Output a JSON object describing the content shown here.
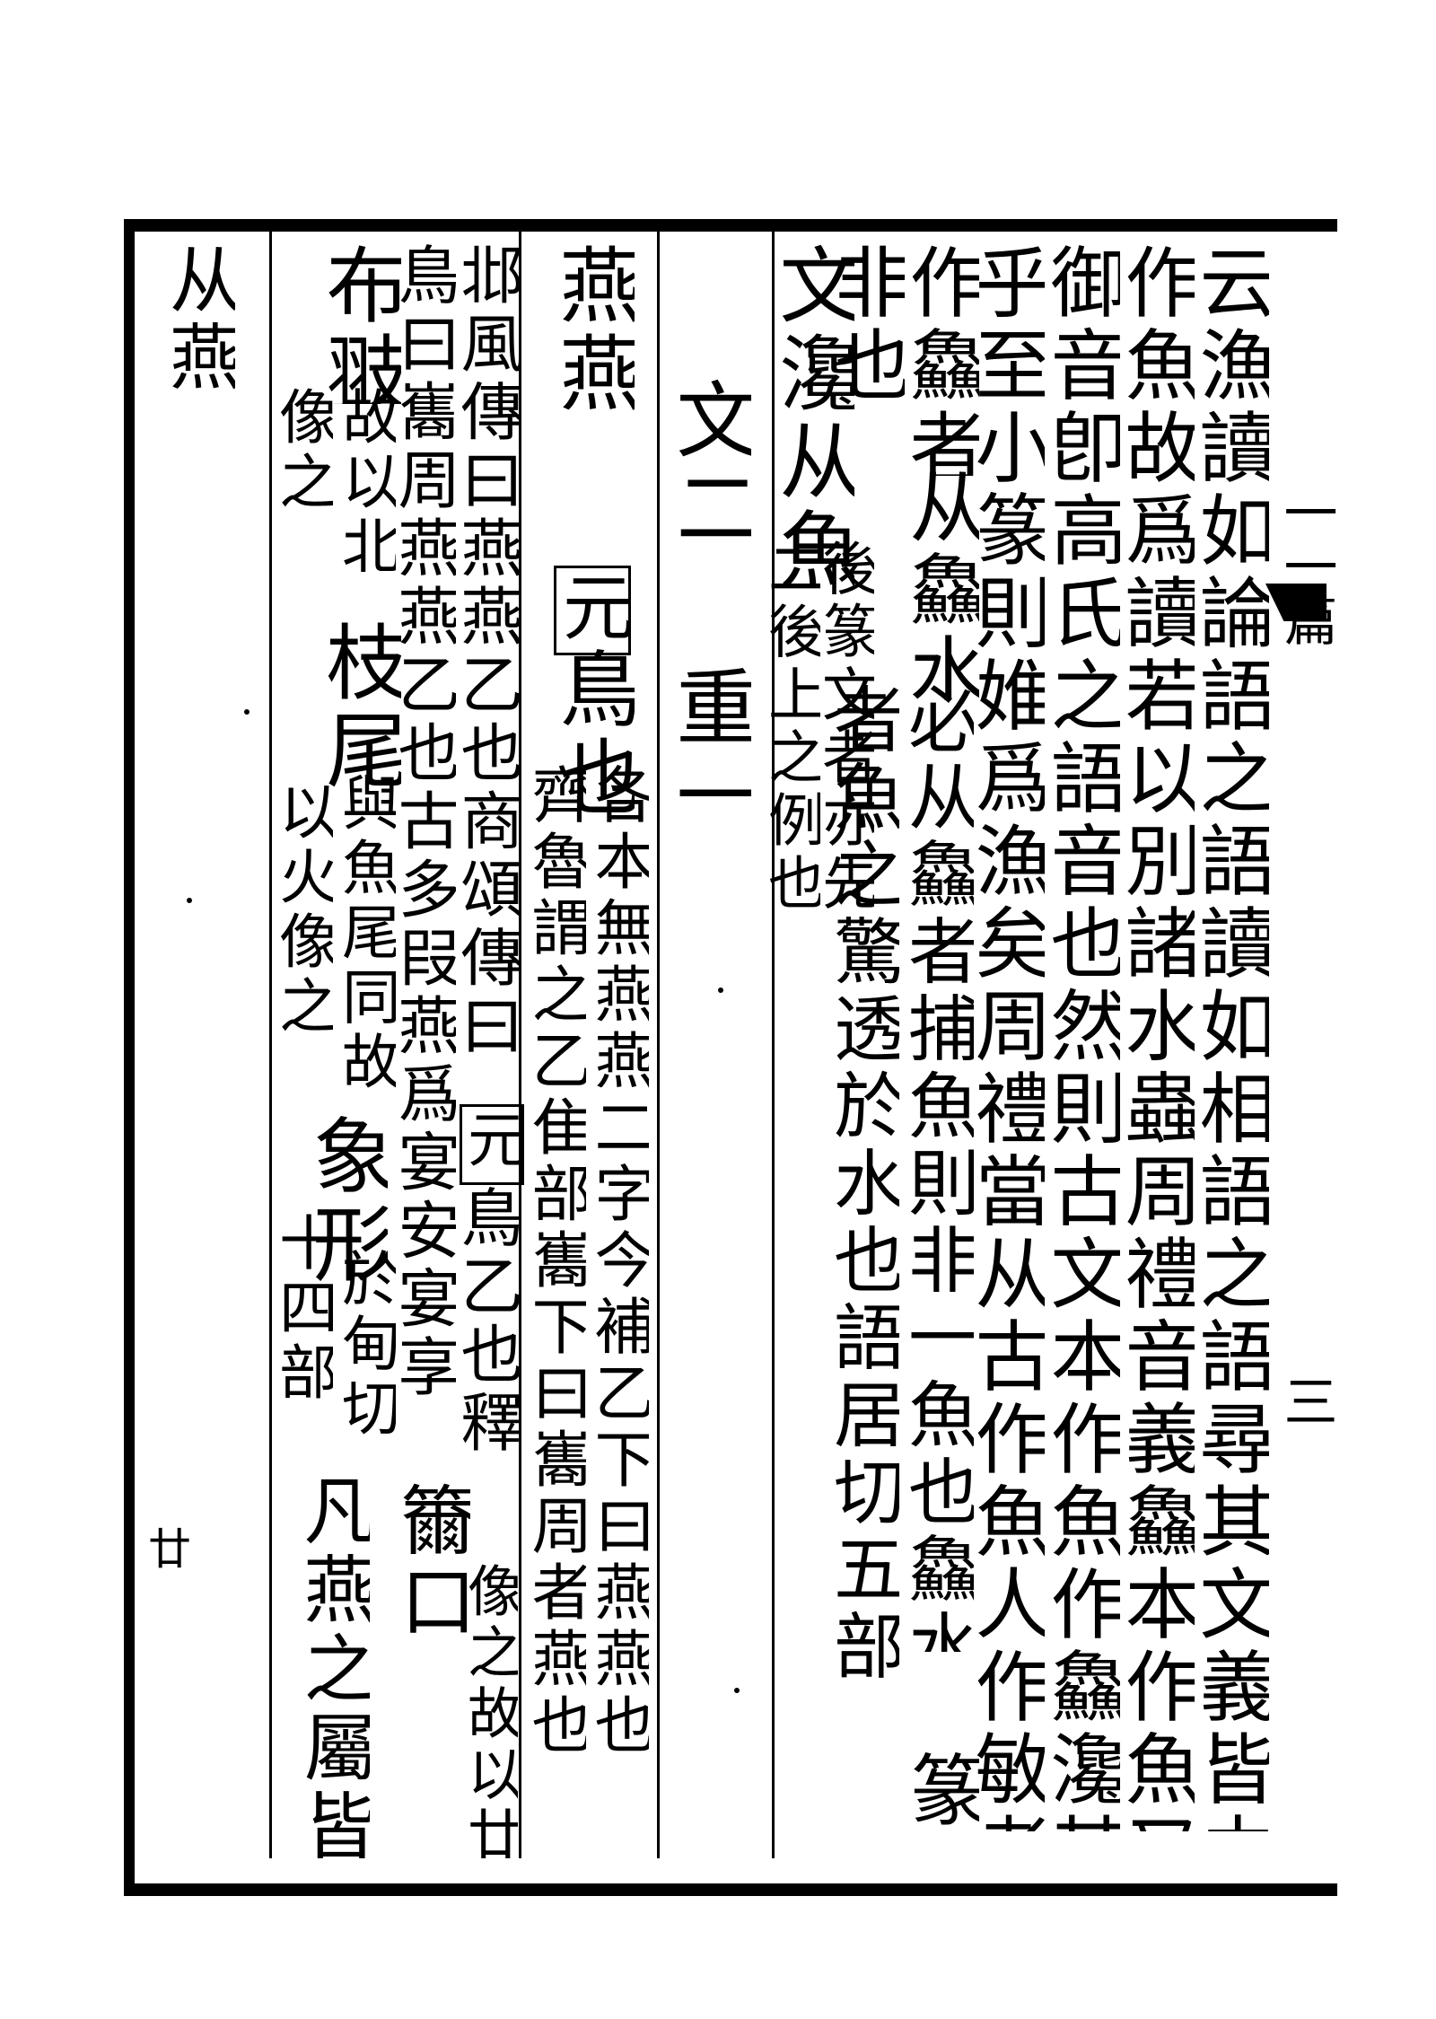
{
  "page": {
    "edge_label": "一一篇",
    "edge_page": "三",
    "margin_note": "廿"
  },
  "columns": {
    "c1": "云漁讀如論語之語讀如相語之語尋其文義皆由本文",
    "c2": "作魚故爲讀若以別諸水蟲周禮音義鱻本作魚又音御",
    "c3": "御音卽高氏之語音也然則古文本作魚作鱻瀺其籀文",
    "c4": "乎至小篆則婎爲漁矣周禮當从古作魚人作敏者攴之",
    "c5a": "作鱻者",
    "c5b": "从鱻水",
    "c5c": "必从鱻者捕魚則非一魚也鱻水",
    "c5d": "篆",
    "c6": "非也",
    "c6b": "者魚之驚透於水也語居切五部",
    "c7a": "文瀺从魚",
    "c7b": "後篆文者亦先",
    "c7c": "二後上之例也",
    "c8a": "文二",
    "c8b": "重一",
    "c9a": "燕燕",
    "c9box": "元",
    "c9b": "鳥也",
    "c9c": "各本無燕燕二字今補乙下曰燕燕也",
    "c10": "齊魯謂之乙隹部巂下曰巂周者燕也",
    "c11": "邶風傳曰燕燕乙也商頌傳曰",
    "c11box": "元",
    "c11b": "鳥乙也釋",
    "c12": "鳥曰巂周燕燕乙也古多叚燕爲宴安宴享",
    "c12b": "籋口",
    "c12c": "像之故以廿",
    "c13": "布翄",
    "c13b": "故以北",
    "c13c": "枝尾",
    "c13d": "與魚尾同故",
    "c13e": "象形",
    "c13f": "於甸切",
    "c14": "像之",
    "c14b": "以火像之",
    "c14c": "十四部",
    "c14d": "凡燕之屬皆",
    "c15": "从燕"
  }
}
